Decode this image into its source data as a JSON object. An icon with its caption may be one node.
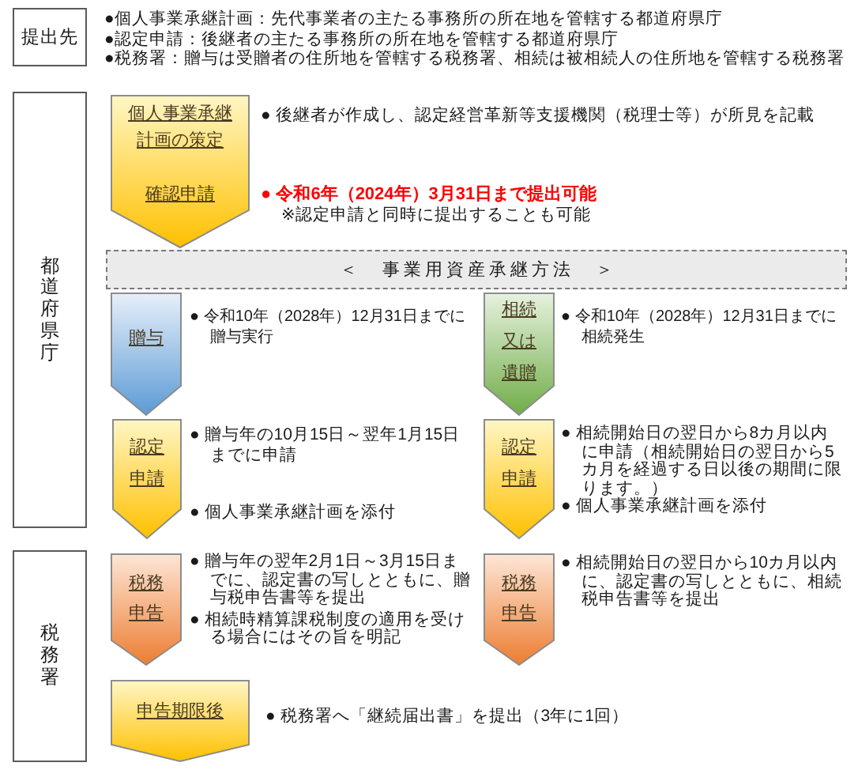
{
  "diagram": {
    "nodes": [
      {
        "text": [
          "提出先"
        ],
        "beside": [
          "●個人事業承継計画：先代事業者の主たる事務所の所在地を管轄する都道府県庁",
          "●認定申請：後継者の主たる事務所の所在地を管轄する都道府県庁",
          "●税務署：贈与は受贈者の住所地を管轄する税務署、相続は被相続人の住所地を管轄する税務署"
        ]
      },
      {
        "text": [
          "都道府県庁"
        ]
      },
      {
        "text": [
          "個人事業承継計画の策定",
          "確認申請"
        ],
        "beside": [
          "● 後継者が作成し、認定経営革新等支援機関（税理士等）が所見を記載",
          "● 令和6年（2024年）3月31日まで提出可能",
          "※認定申請と同時に提出することも可能"
        ]
      },
      {
        "text": [
          "＜　事業用資産承継方法　＞"
        ]
      },
      {
        "text": [
          "贈与"
        ],
        "beside": [
          "● 令和10年（2028年）12月31日までに贈与実行"
        ]
      },
      {
        "text": [
          "相続又は遺贈"
        ],
        "beside": [
          "● 令和10年（2028年）12月31日までに相続発生"
        ]
      },
      {
        "text": [
          "認定申請"
        ],
        "beside": [
          "● 贈与年の10月15日～翌年1月15日までに申請",
          "● 個人事業承継計画を添付"
        ]
      },
      {
        "text": [
          "認定申請"
        ],
        "beside": [
          "● 相続開始日の翌日から8カ月以内に申請（相続開始日の翌日から5カ月を経過する日以後の期間に限ります。）",
          "● 個人事業承継計画を添付"
        ]
      },
      {
        "text": [
          "税務署"
        ]
      },
      {
        "text": [
          "税務申告"
        ],
        "beside": [
          "● 贈与年の翌年2月1日～3月15日までに、認定書の写しとともに、贈与税申告書等を提出",
          "● 相続時精算課税制度の適用を受ける場合にはその旨を明記"
        ]
      },
      {
        "text": [
          "税務申告"
        ],
        "beside": [
          "● 相続開始日の翌日から10カ月以内に、認定書の写しとともに、相続税申告書等を提出"
        ]
      },
      {
        "text": [
          "申告期限後"
        ],
        "beside": [
          "● 税務署へ「継続届出書」を提出（3年に1回）"
        ]
      }
    ]
  }
}
